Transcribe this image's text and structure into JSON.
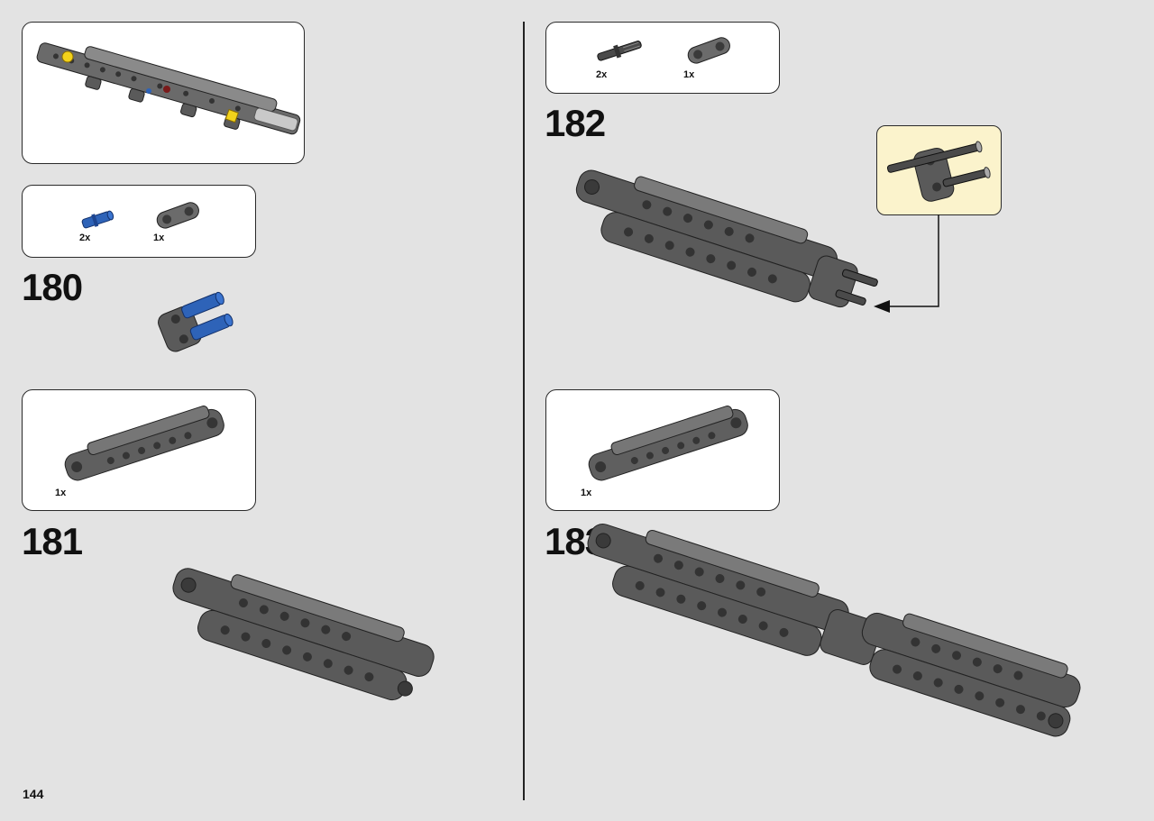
{
  "page": {
    "number": "144"
  },
  "steps": [
    {
      "number": "180",
      "parts": [
        {
          "qty": "2x"
        },
        {
          "qty": "1x"
        }
      ]
    },
    {
      "number": "181",
      "parts": [
        {
          "qty": "1x"
        }
      ]
    },
    {
      "number": "182",
      "parts": [
        {
          "qty": "2x"
        },
        {
          "qty": "1x"
        }
      ]
    },
    {
      "number": "183",
      "parts": [
        {
          "qty": "1x"
        }
      ]
    }
  ],
  "colors": {
    "background": "#e3e3e3",
    "part_dark_gray": "#5f5f5f",
    "part_light_gray": "#9a9a9a",
    "pin_blue": "#2e63b8",
    "callout_yellow": "#fbf3cc",
    "highlight_yellow": "#f2d21b"
  }
}
